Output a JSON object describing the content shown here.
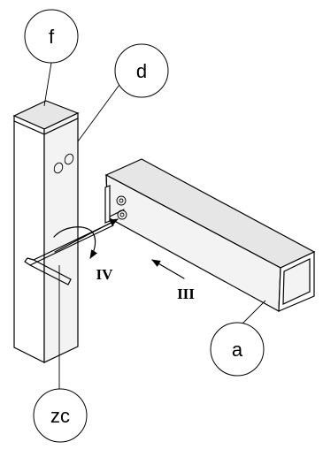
{
  "callouts": {
    "f": "f",
    "d": "d",
    "a": "a",
    "zc": "zc"
  },
  "directions": {
    "rotation": "IV",
    "slide": "III"
  },
  "colors": {
    "line": "#000000",
    "background": "#ffffff",
    "top_face": "#e6e6e6",
    "side_face": "#f3f3f3"
  },
  "icons": {
    "hex_key": "allen-key-icon",
    "rotation_arrow": "curved-arrow-icon",
    "slide_arrow": "straight-arrow-icon"
  }
}
